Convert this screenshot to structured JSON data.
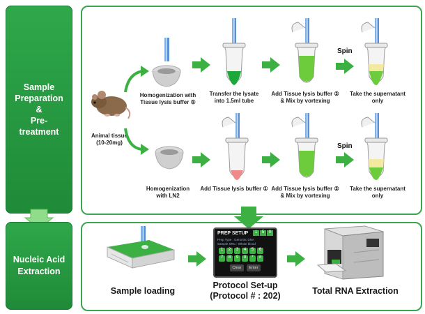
{
  "sidebar": {
    "sample_prep": "Sample\nPreparation\n&\nPre-\ntreatment",
    "nucleic_acid": "Nucleic Acid\nExtraction"
  },
  "top": {
    "animal_tissue": "Animal tissue\n(10-20mg)",
    "row1": {
      "step1": "Homogenization with\nTissue lysis buffer ①",
      "step2": "Transfer the lysate\ninto 1.5ml tube",
      "step3": "Add Tissue lysis buffer ②\n& Mix by vortexing",
      "spin": "Spin",
      "step4": "Take the supernatant\nonly"
    },
    "row2": {
      "step1": "Homogenization\nwith LN2",
      "step2": "Add Tissue lysis buffer ①",
      "step3": "Add Tissue lysis buffer ②\n& Mix by vortexing",
      "spin": "Spin",
      "step4": "Take the supernatant\nonly"
    }
  },
  "bottom": {
    "sample_loading": "Sample loading",
    "protocol_setup": "Protocol Set-up\n(Protocol # : 202)",
    "total_rna": "Total RNA Extraction",
    "screen": {
      "title": "PREP SETUP",
      "line1": "Prep Type : Genomic DNA",
      "line2": "Sample SRC : Whole blood",
      "keys": [
        "1",
        "2",
        "3",
        "4",
        "5",
        "6",
        "7",
        "8",
        "9",
        "0",
        "*",
        "#"
      ],
      "clear": "Clear",
      "enter": "Enter",
      "top_keys": [
        "1",
        "5",
        "0"
      ]
    }
  },
  "colors": {
    "green": "#2fa84a",
    "arrow": "#3cb043",
    "lysate_green": "#6ccc3c",
    "lysate_red": "#f08a8a",
    "supernatant": "#f3e9a0"
  }
}
